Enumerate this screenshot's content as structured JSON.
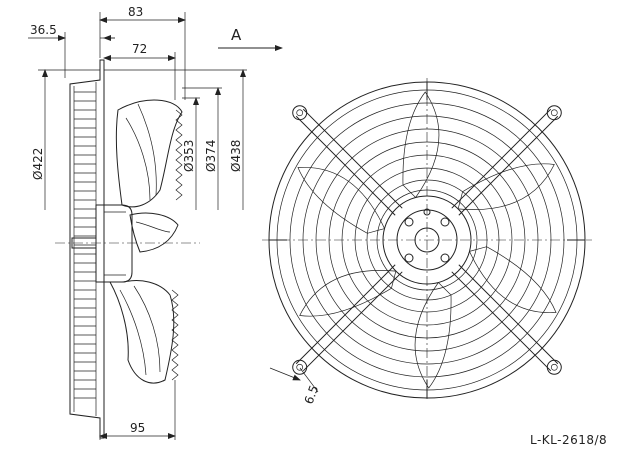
{
  "dimensions": {
    "d_36_5": "36.5",
    "d_83": "83",
    "d_72": "72",
    "d_95": "95",
    "d_6_5": "6.5",
    "dia_422": "Ø422",
    "dia_353": "Ø353",
    "dia_374": "Ø374",
    "dia_438": "Ø438"
  },
  "view_arrow_label": "A",
  "drawing_reference": "L-KL-2618/8"
}
